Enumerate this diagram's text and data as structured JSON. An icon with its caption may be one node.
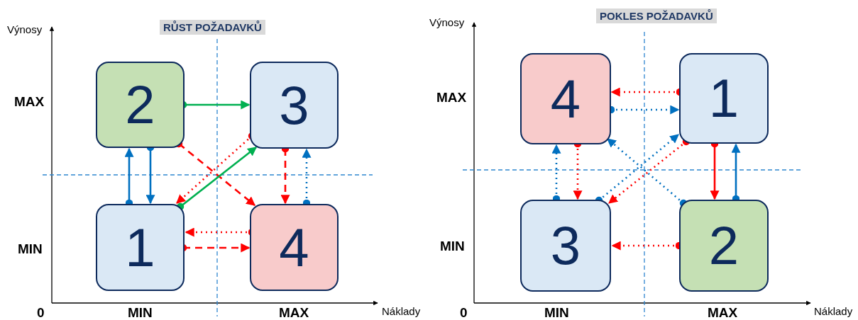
{
  "diagram": {
    "nodes": [
      {
        "text": [
          "2"
        ]
      },
      {
        "text": [
          "3"
        ]
      },
      {
        "text": [
          "1"
        ]
      },
      {
        "text": [
          "4"
        ]
      },
      {
        "text": [
          "4"
        ]
      },
      {
        "text": [
          "1"
        ]
      },
      {
        "text": [
          "3"
        ]
      },
      {
        "text": [
          "2"
        ]
      }
    ],
    "edges": [
      {
        "from": 0,
        "to": 1,
        "arrow": "to",
        "color": "#00b050"
      },
      {
        "from": 2,
        "to": 0,
        "arrow": "to",
        "color": "#0070c0"
      },
      {
        "from": 0,
        "to": 2,
        "arrow": "to",
        "color": "#0070c0"
      },
      {
        "from": 0,
        "to": 3,
        "arrow": "to",
        "style": "dashed",
        "color": "#ff0000"
      },
      {
        "from": 1,
        "to": 2,
        "arrow": "to",
        "style": "dashed",
        "color": "#ff0000"
      },
      {
        "from": 2,
        "to": 1,
        "arrow": "to",
        "color": "#00b050"
      },
      {
        "from": 1,
        "to": 3,
        "arrow": "to",
        "style": "dashed",
        "color": "#ff0000"
      },
      {
        "from": 3,
        "to": 1,
        "arrow": "to",
        "style": "dashed",
        "color": "#0070c0"
      },
      {
        "from": 3,
        "to": 2,
        "arrow": "to",
        "style": "dashed",
        "color": "#ff0000"
      },
      {
        "from": 2,
        "to": 3,
        "arrow": "to",
        "style": "dashed",
        "color": "#ff0000"
      },
      {
        "from": 5,
        "to": 4,
        "arrow": "to",
        "style": "dashed",
        "color": "#ff0000"
      },
      {
        "from": 4,
        "to": 5,
        "arrow": "to",
        "style": "dashed",
        "color": "#0070c0"
      },
      {
        "from": 7,
        "to": 4,
        "arrow": "to",
        "style": "dashed",
        "color": "#0070c0"
      },
      {
        "from": 6,
        "to": 5,
        "arrow": "to",
        "style": "dashed",
        "color": "#0070c0"
      },
      {
        "from": 5,
        "to": 6,
        "arrow": "to",
        "style": "dashed",
        "color": "#ff0000"
      },
      {
        "from": 6,
        "to": 4,
        "arrow": "to",
        "style": "dashed",
        "color": "#0070c0"
      },
      {
        "from": 4,
        "to": 6,
        "arrow": "to",
        "style": "dashed",
        "color": "#ff0000"
      },
      {
        "from": 5,
        "to": 7,
        "arrow": "to",
        "color": "#ff0000"
      },
      {
        "from": 7,
        "to": 5,
        "arrow": "to",
        "color": "#0070c0"
      },
      {
        "from": 7,
        "to": 6,
        "arrow": "to",
        "style": "dashed",
        "color": "#ff0000"
      }
    ],
    "labels": [
      "Výnosy",
      "RŮST POŽADAVKŮ",
      "MAX",
      "MIN",
      "0",
      "MIN",
      "MAX",
      "Náklady",
      "Výnosy",
      "POKLES POŽADAVKŮ",
      "MAX",
      "MIN",
      "0",
      "MIN",
      "MAX",
      "Náklady"
    ]
  }
}
